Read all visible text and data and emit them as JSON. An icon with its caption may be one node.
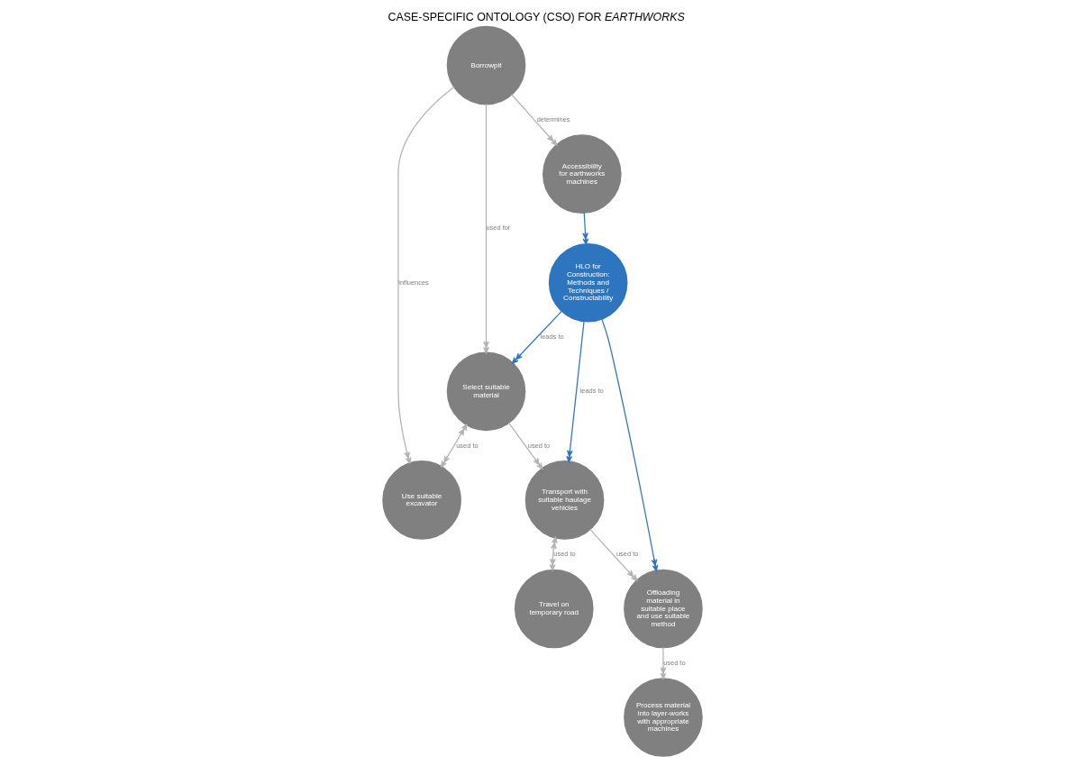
{
  "diagram": {
    "title": "CASE-SPECIFIC ONTOLOGY (CSO) FOR *EARTHWORKS*",
    "nodes": [
      {
        "text": [
          "Borrowpit"
        ]
      },
      {
        "text": [
          "Accessibility for earthworks machines"
        ]
      },
      {
        "text": [
          "Use suitable excavator"
        ]
      },
      {
        "text": [
          "Select suitable material"
        ]
      },
      {
        "text": [
          "HLO for Construction: Methods and Techniques / Constructability"
        ]
      },
      {
        "text": [
          "Travel on temporary road"
        ]
      },
      {
        "text": [
          "Transport with suitable haulage vehicles"
        ]
      },
      {
        "text": [
          "Offloading material in suitable place and use suitable method"
        ]
      },
      {
        "text": [
          "Process material into layer-works with appropriate machines"
        ]
      }
    ],
    "edges": [
      {
        "from": 0,
        "to": 1,
        "arrow": "to",
        "label": "determines"
      },
      {
        "from": 0,
        "to": 2,
        "arrow": "to",
        "label": "influences"
      },
      {
        "from": 0,
        "to": 3,
        "arrow": "to",
        "label": "used for"
      },
      {
        "from": 3,
        "to": 2,
        "arrow": "both",
        "label": "used to"
      },
      {
        "from": 1,
        "to": 4,
        "arrow": "to",
        "color": "#2e75c0"
      },
      {
        "from": 4,
        "to": 3,
        "arrow": "to",
        "label": "leads to",
        "color": "#2e75c0"
      },
      {
        "from": 4,
        "to": 6,
        "arrow": "to",
        "label": "leads to",
        "color": "#2e75c0"
      },
      {
        "from": 4,
        "to": 7,
        "arrow": "to",
        "color": "#2e75c0"
      },
      {
        "from": 3,
        "to": 6,
        "arrow": "to",
        "label": "used to"
      },
      {
        "from": 6,
        "to": 5,
        "arrow": "both",
        "label": "used to"
      },
      {
        "from": 6,
        "to": 7,
        "arrow": "to",
        "label": "used to"
      },
      {
        "from": 7,
        "to": 8,
        "arrow": "to",
        "label": "used to"
      }
    ]
  }
}
